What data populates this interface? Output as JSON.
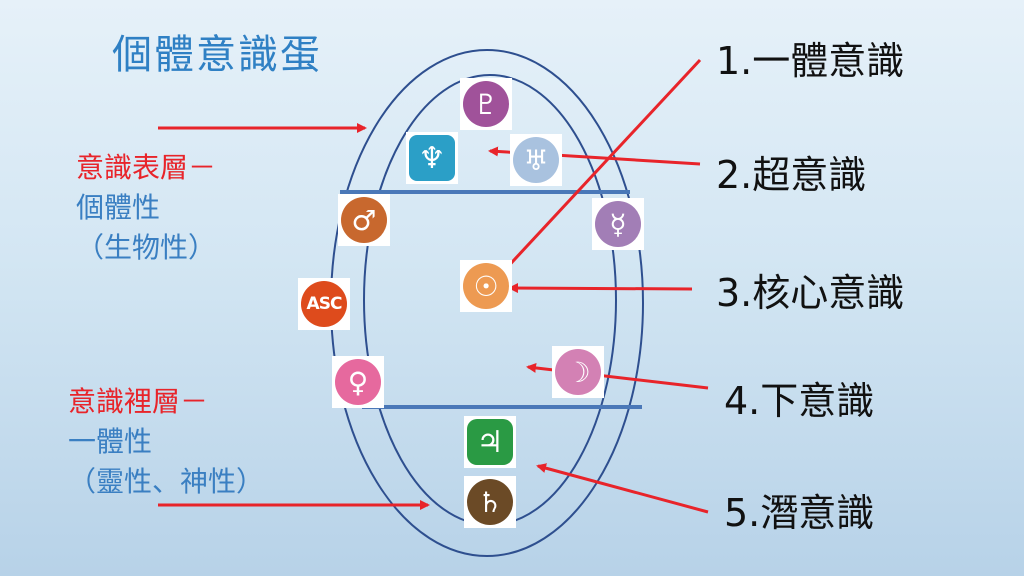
{
  "title": "個體意識蛋",
  "left_labels": {
    "upper": {
      "line1": "意識表層－",
      "line2": "個體性",
      "line3": "（生物性）"
    },
    "lower": {
      "line1": "意識裡層－",
      "line2": "一體性",
      "line3": "（靈性、神性）"
    }
  },
  "right_labels": [
    "1.一體意識",
    "2.超意識",
    "3.核心意識",
    "4.下意識",
    "5.潛意識"
  ],
  "symbols": {
    "pluto": {
      "glyph": "♇",
      "icon": "pluto-icon",
      "color": "#a0529a"
    },
    "neptune": {
      "glyph": "♆",
      "icon": "neptune-icon",
      "color": "#2b9fc7"
    },
    "uranus": {
      "glyph": "♅",
      "icon": "uranus-icon",
      "color": "#a9c2df"
    },
    "mars": {
      "glyph": "♂",
      "icon": "mars-icon",
      "color": "#c8682e"
    },
    "mercury": {
      "glyph": "☿",
      "icon": "mercury-icon",
      "color": "#a27eb6"
    },
    "sun": {
      "glyph": "☉",
      "icon": "sun-icon",
      "color": "#ed9a52"
    },
    "asc": {
      "text": "ASC",
      "icon": "ascendant-icon",
      "color": "#de4b1c"
    },
    "venus": {
      "glyph": "♀",
      "icon": "venus-icon",
      "color": "#e6699e"
    },
    "moon": {
      "glyph": "☽",
      "icon": "moon-icon",
      "color": "#d381b4"
    },
    "jupiter": {
      "glyph": "♃",
      "icon": "jupiter-icon",
      "color": "#2a9a44"
    },
    "saturn": {
      "glyph": "♄",
      "icon": "saturn-icon",
      "color": "#6b4a26"
    }
  },
  "colors": {
    "title": "#2f80c4",
    "arrow": "#e8242a",
    "ellipse": "#2e4f8f",
    "divider": "#4a78b8"
  }
}
